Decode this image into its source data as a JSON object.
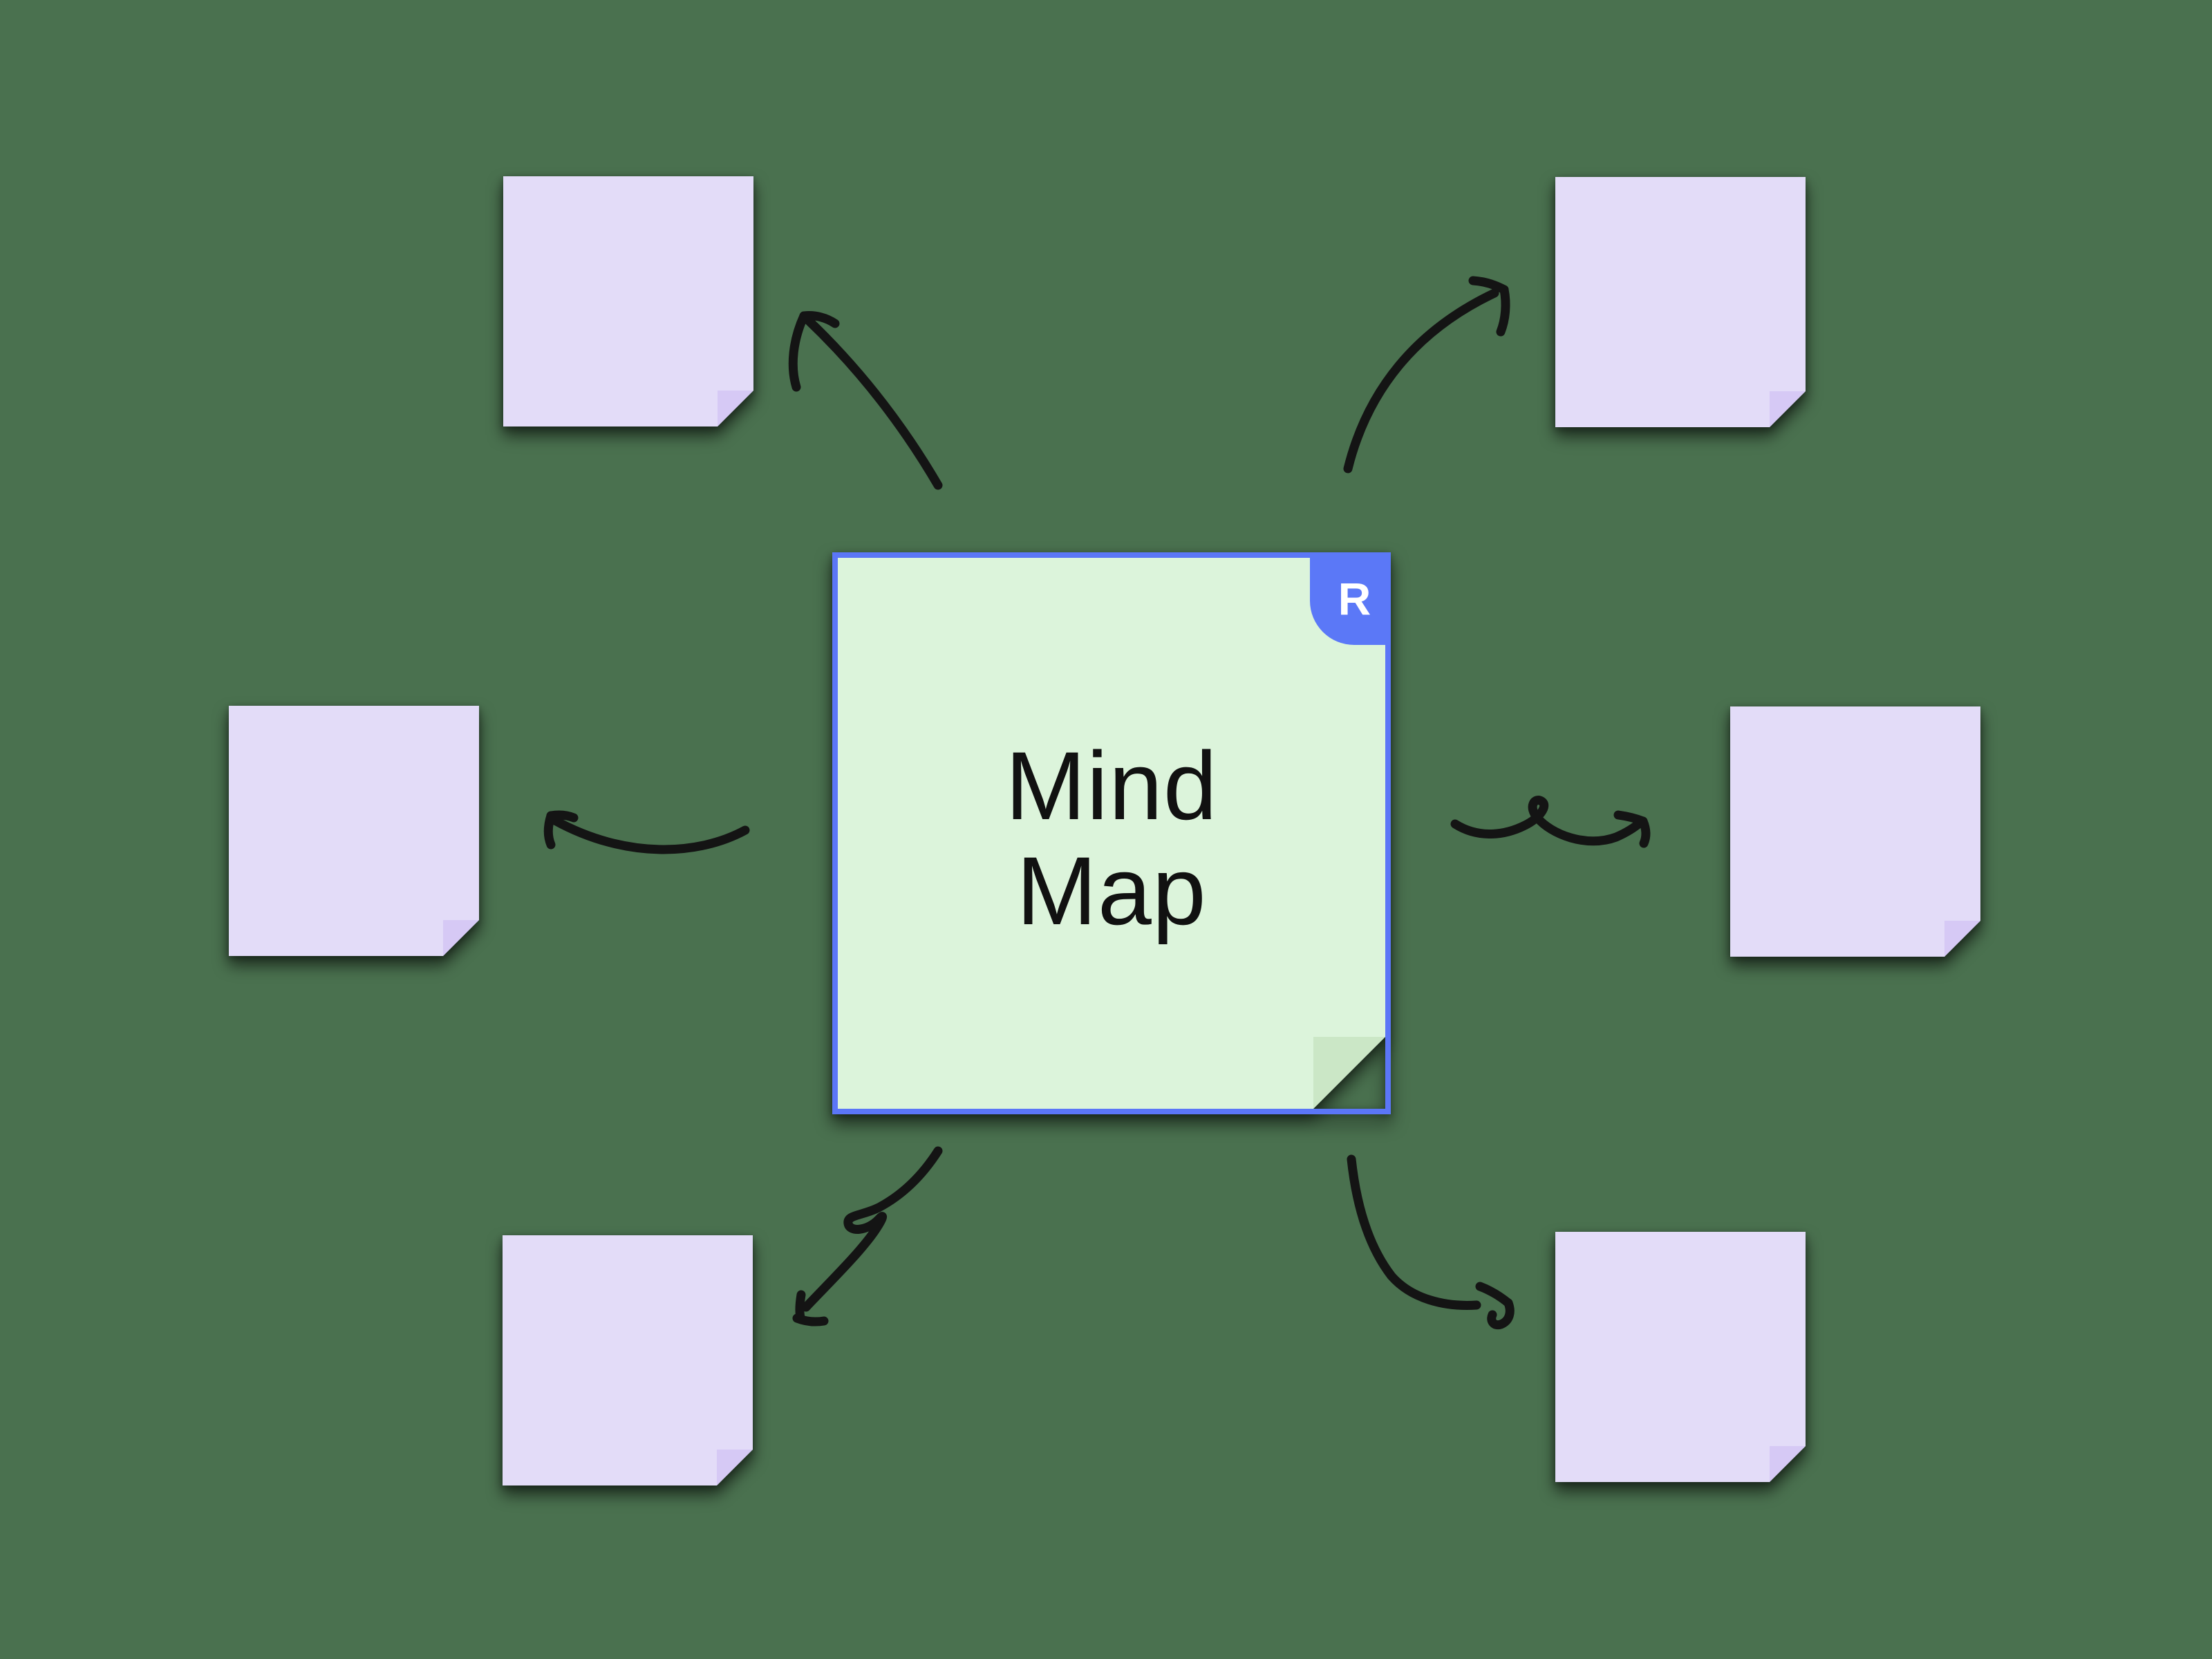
{
  "app": {
    "type": "whiteboard-canvas"
  },
  "canvas": {
    "background_color": "#4A714F"
  },
  "mind_map": {
    "center_note": {
      "label": "Mind Map",
      "author_initial": "R",
      "fill_color": "#DCF4DB",
      "fold_color": "#CBE7C6",
      "selection_border_color": "#5B76F7",
      "badge_color": "#5B78F7",
      "text_color": "#111111",
      "selected": true
    },
    "branch_notes": [
      {
        "position": "top-left",
        "label": ""
      },
      {
        "position": "top-right",
        "label": ""
      },
      {
        "position": "left",
        "label": ""
      },
      {
        "position": "right",
        "label": ""
      },
      {
        "position": "bottom-left",
        "label": ""
      },
      {
        "position": "bottom-right",
        "label": ""
      }
    ],
    "branch_note_style": {
      "fill_color": "#E3DCF8",
      "fold_color": "#D6C9F5"
    },
    "connector_color": "#141414",
    "connectors": [
      {
        "from": "center",
        "to": "top-left",
        "style": "hand-drawn-arrow"
      },
      {
        "from": "center",
        "to": "top-right",
        "style": "hand-drawn-arrow"
      },
      {
        "from": "center",
        "to": "left",
        "style": "hand-drawn-arrow"
      },
      {
        "from": "center",
        "to": "right",
        "style": "hand-drawn-arrow-loop"
      },
      {
        "from": "center",
        "to": "bottom-left",
        "style": "hand-drawn-arrow-loop"
      },
      {
        "from": "center",
        "to": "bottom-right",
        "style": "hand-drawn-arrow"
      }
    ]
  }
}
